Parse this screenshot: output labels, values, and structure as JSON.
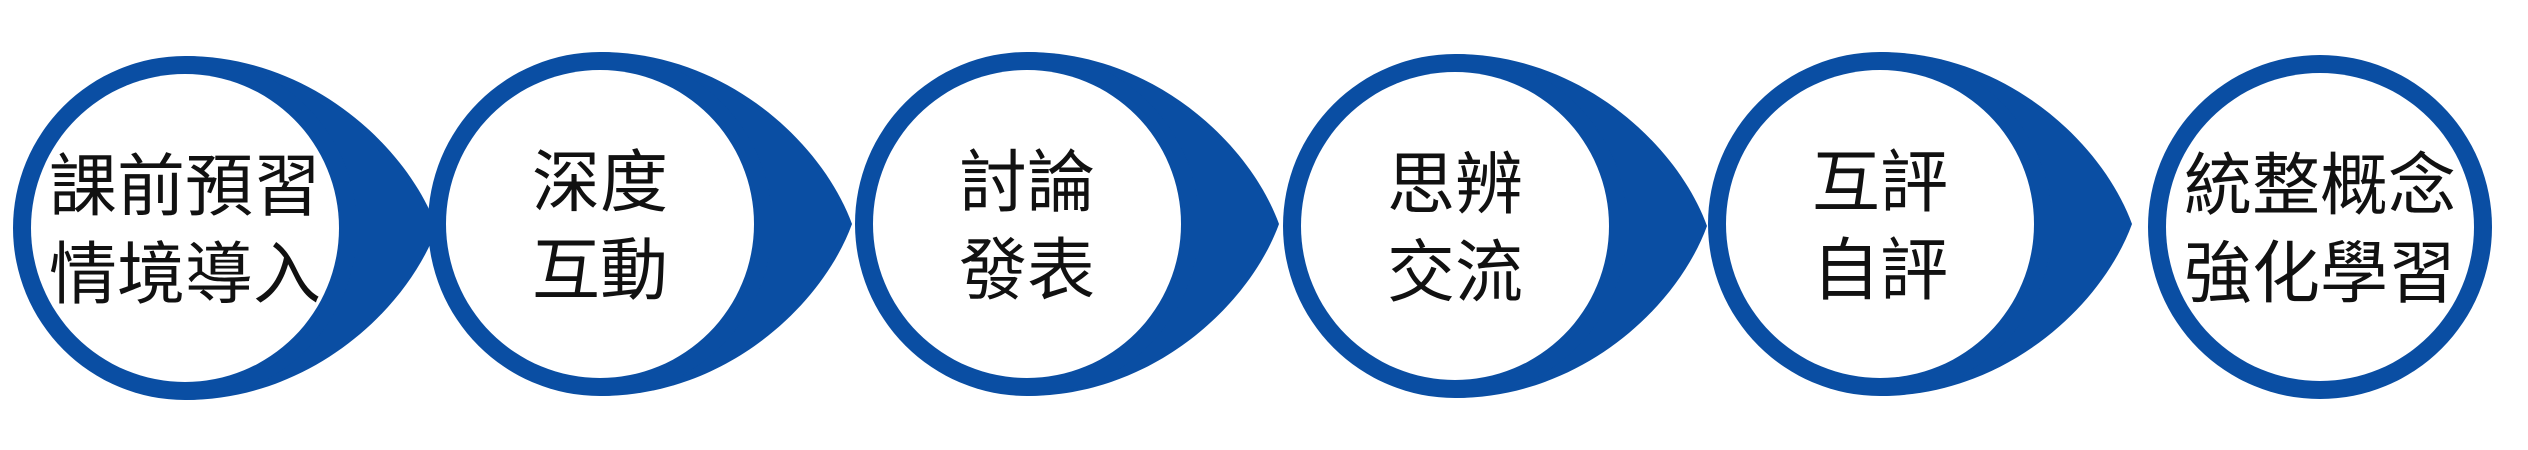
{
  "colors": {
    "accent": "#0a4ea3",
    "background": "#ffffff",
    "text": "#111111"
  },
  "steps": [
    {
      "line1": "課前預習",
      "line2": "情境導入"
    },
    {
      "line1": "深度",
      "line2": "互動"
    },
    {
      "line1": "討論",
      "line2": "發表"
    },
    {
      "line1": "思辨",
      "line2": "交流"
    },
    {
      "line1": "互評",
      "line2": "自評"
    },
    {
      "line1": "統整概念",
      "line2": "強化學習"
    }
  ]
}
